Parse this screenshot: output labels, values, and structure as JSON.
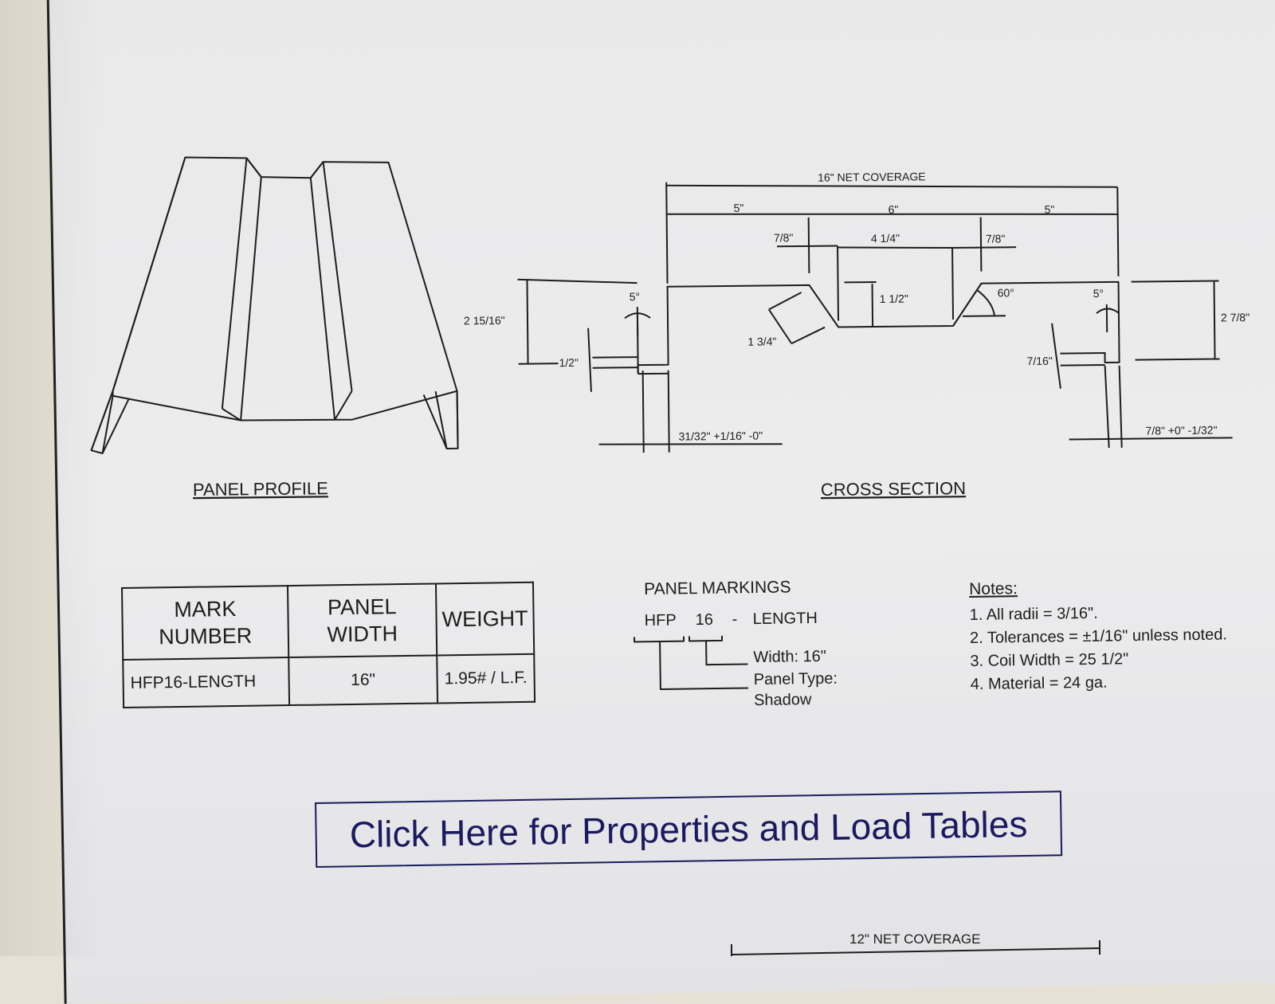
{
  "panel_profile": {
    "title": "PANEL PROFILE"
  },
  "cross_section": {
    "title": "CROSS SECTION",
    "dims": {
      "net_coverage": "16\" NET COVERAGE",
      "left_span": "5\"",
      "center_span": "6\"",
      "right_span": "5\"",
      "left_slope": "7/8\"",
      "center_flat": "4 1/4\"",
      "right_slope": "7/8\"",
      "rib_depth": "1 1/2\"",
      "slope_length": "1 3/4\"",
      "rib_angle": "60°",
      "left_hook_angle": "5°",
      "right_hook_angle": "5°",
      "left_height": "2 15/16\"",
      "right_height": "2 7/8\"",
      "left_hook_width": "1/2\"",
      "right_hook_width": "7/16\"",
      "left_hook_length": "31/32\" +1/16\" -0\"",
      "right_hook_length": "7/8\" +0\" -1/32\""
    }
  },
  "spec_table": {
    "headers": [
      "MARK NUMBER",
      "PANEL WIDTH",
      "WEIGHT"
    ],
    "row": [
      "HFP16-LENGTH",
      "16\"",
      "1.95# / L.F."
    ]
  },
  "panel_markings": {
    "title": "PANEL MARKINGS",
    "code_type": "HFP",
    "code_width": "16",
    "code_sep": "-",
    "code_length": "LENGTH",
    "width_label": "Width: 16\"",
    "type_label": "Panel Type:",
    "type_value": "Shadow"
  },
  "notes": {
    "title": "Notes:",
    "items": [
      "1. All radii = 3/16\".",
      "2. Tolerances = ±1/16\" unless noted.",
      "3. Coil Width =  25 1/2\"",
      "4. Material = 24 ga."
    ]
  },
  "link": {
    "label": "Click Here for Properties and Load Tables"
  },
  "next_section": {
    "net_coverage": "12\" NET COVERAGE"
  }
}
